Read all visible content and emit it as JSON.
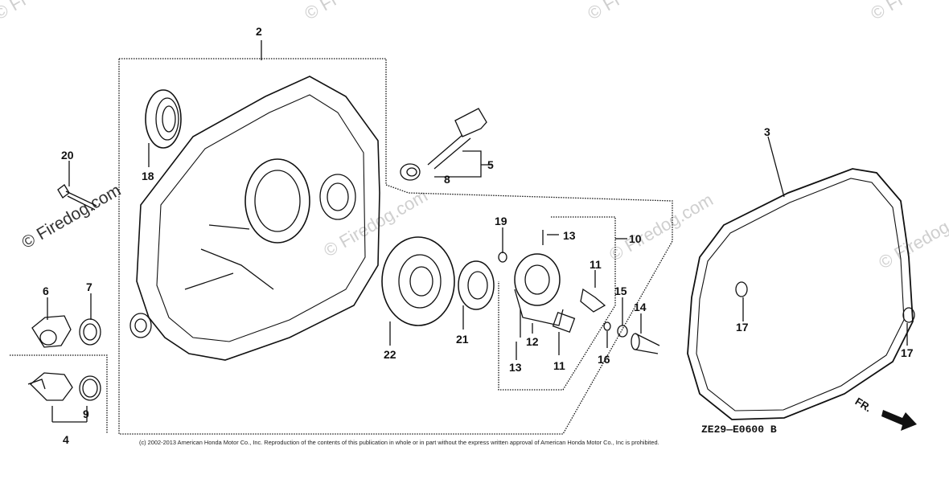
{
  "watermark": "© Firedog.com",
  "watermark_short": "© Fi",
  "copyright": "(c) 2002-2013 American Honda Motor Co., Inc. Reproduction of the contents of this publication in whole or in part without the express written approval of American Honda Motor Co., Inc is prohibited.",
  "diagram_code": "ZE29—E0600 B",
  "direction_label": "FR.",
  "part_numbers": {
    "p2": "2",
    "p3": "3",
    "p4": "4",
    "p5": "5",
    "p6": "6",
    "p7": "7",
    "p8": "8",
    "p9": "9",
    "p10": "10",
    "p11a": "11",
    "p11b": "11",
    "p12": "12",
    "p13a": "13",
    "p13b": "13",
    "p14": "14",
    "p15": "15",
    "p16": "16",
    "p17a": "17",
    "p17b": "17",
    "p18": "18",
    "p19": "19",
    "p20": "20",
    "p21": "21",
    "p22": "22"
  }
}
